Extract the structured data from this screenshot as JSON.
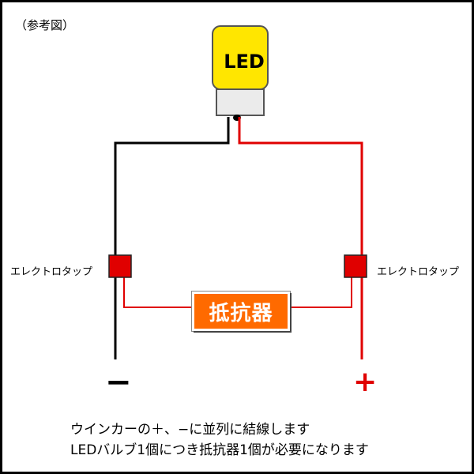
{
  "reference_label": "（参考図）",
  "led": {
    "label": "LED"
  },
  "taps": {
    "left_label": "エレクトロタップ",
    "right_label": "エレクトロタップ"
  },
  "resistor": {
    "label": "抵抗器"
  },
  "polarity": {
    "negative": "−",
    "positive": "+"
  },
  "captions": {
    "line1": "ウインカーの＋、−に並列に結線します",
    "line2": "LEDバルブ1個につき抵抗器1個が必要になります"
  },
  "colors": {
    "led_body": "#ffe600",
    "wire_negative": "#000000",
    "wire_positive": "#e00000",
    "tap": "#e00000",
    "resistor": "#ff6a00"
  }
}
